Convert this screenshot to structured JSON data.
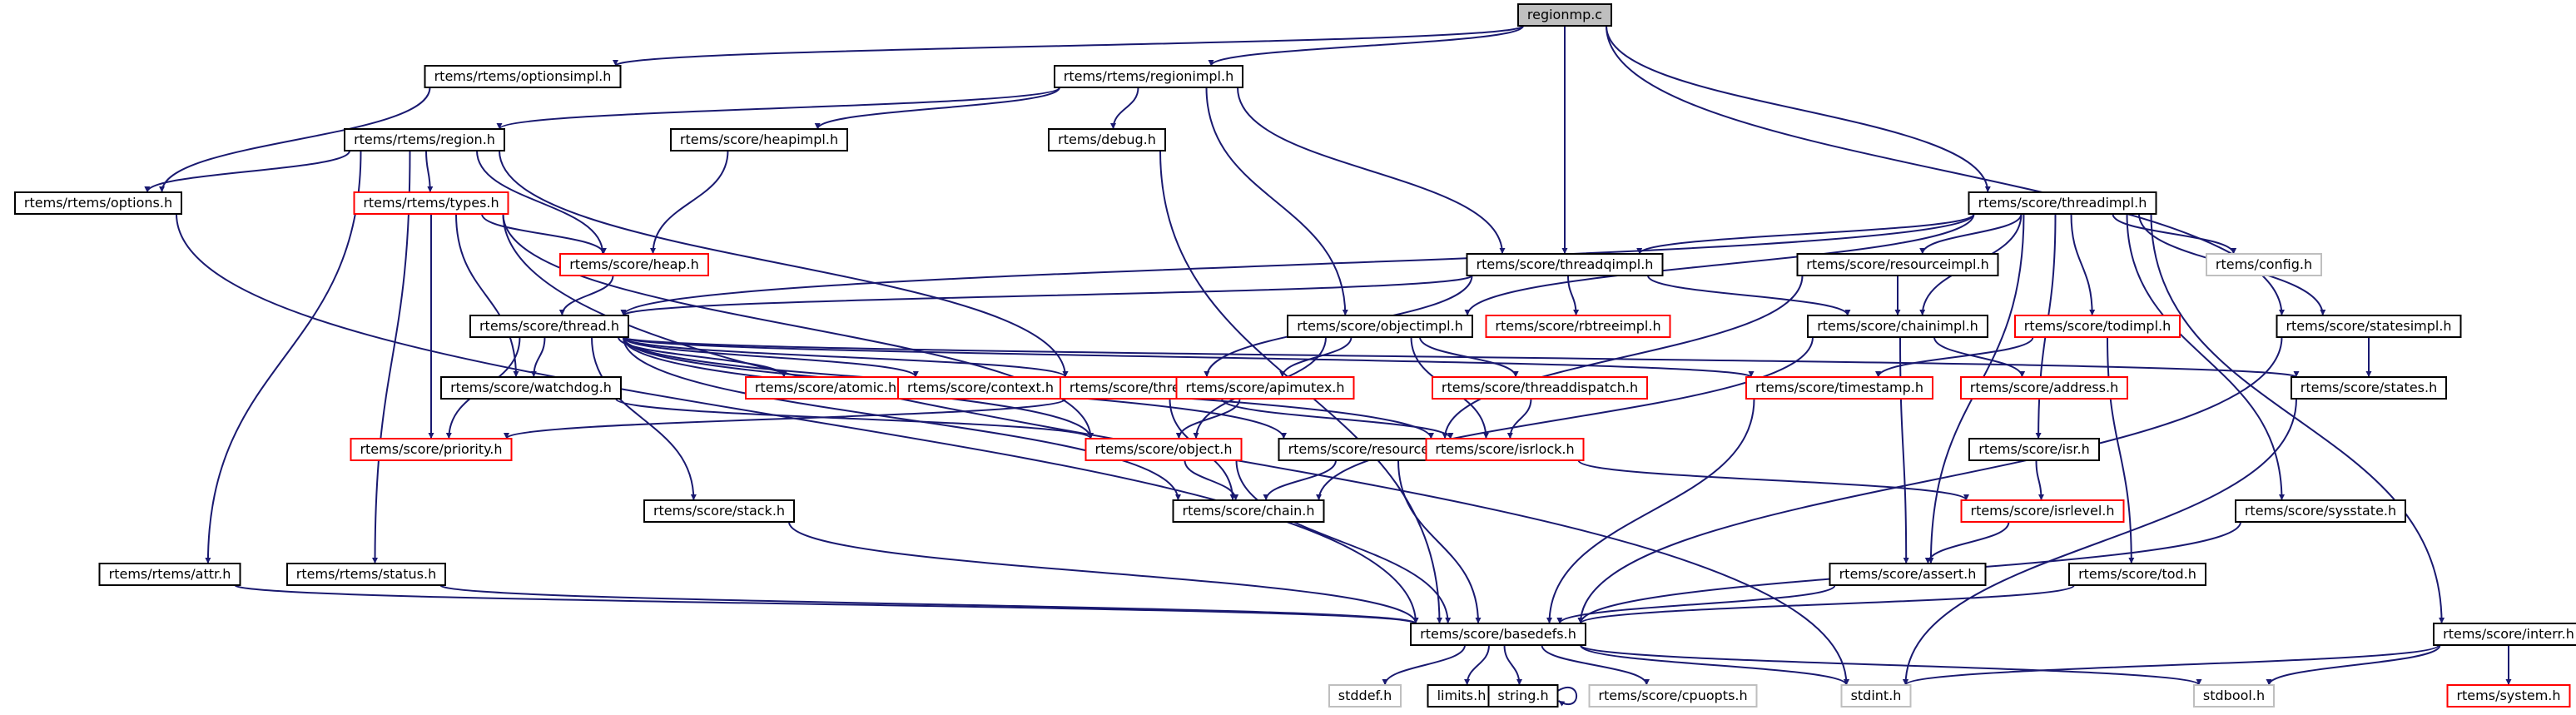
{
  "graph": {
    "colors": {
      "edge": "#191970",
      "root_fill": "#bfbfbf",
      "root_border": "#000000",
      "documented_border": "#000000",
      "incomplete_border": "#ff0000",
      "external_border": "#bfbfbf",
      "node_fill": "#ffffff",
      "text": "#000000"
    },
    "nodes": [
      {
        "id": "regionmp",
        "label": "regionmp.c",
        "kind": "root"
      },
      {
        "id": "optionsimpl",
        "label": "rtems/rtems/optionsimpl.h",
        "kind": "documented"
      },
      {
        "id": "regionimpl",
        "label": "rtems/rtems/regionimpl.h",
        "kind": "documented"
      },
      {
        "id": "region",
        "label": "rtems/rtems/region.h",
        "kind": "documented"
      },
      {
        "id": "heapimpl",
        "label": "rtems/score/heapimpl.h",
        "kind": "documented"
      },
      {
        "id": "debug",
        "label": "rtems/debug.h",
        "kind": "documented"
      },
      {
        "id": "options",
        "label": "rtems/rtems/options.h",
        "kind": "documented"
      },
      {
        "id": "types",
        "label": "rtems/rtems/types.h",
        "kind": "incomplete"
      },
      {
        "id": "heap",
        "label": "rtems/score/heap.h",
        "kind": "incomplete"
      },
      {
        "id": "threadimpl",
        "label": "rtems/score/threadimpl.h",
        "kind": "documented"
      },
      {
        "id": "threadqimpl",
        "label": "rtems/score/threadqimpl.h",
        "kind": "documented"
      },
      {
        "id": "resourceimpl",
        "label": "rtems/score/resourceimpl.h",
        "kind": "documented"
      },
      {
        "id": "config",
        "label": "rtems/config.h",
        "kind": "external"
      },
      {
        "id": "rbtreeimpl",
        "label": "rtems/score/rbtreeimpl.h",
        "kind": "incomplete"
      },
      {
        "id": "thread",
        "label": "rtems/score/thread.h",
        "kind": "documented"
      },
      {
        "id": "objectimpl",
        "label": "rtems/score/objectimpl.h",
        "kind": "documented"
      },
      {
        "id": "chainimpl",
        "label": "rtems/score/chainimpl.h",
        "kind": "documented"
      },
      {
        "id": "todimpl",
        "label": "rtems/score/todimpl.h",
        "kind": "incomplete"
      },
      {
        "id": "statesimpl",
        "label": "rtems/score/statesimpl.h",
        "kind": "documented"
      },
      {
        "id": "watchdog",
        "label": "rtems/score/watchdog.h",
        "kind": "documented"
      },
      {
        "id": "atomic",
        "label": "rtems/score/atomic.h",
        "kind": "incomplete"
      },
      {
        "id": "context",
        "label": "rtems/score/context.h",
        "kind": "incomplete"
      },
      {
        "id": "threadq",
        "label": "rtems/score/threadq.h",
        "kind": "incomplete"
      },
      {
        "id": "apimutex",
        "label": "rtems/score/apimutex.h",
        "kind": "incomplete"
      },
      {
        "id": "threaddispatch",
        "label": "rtems/score/threaddispatch.h",
        "kind": "incomplete"
      },
      {
        "id": "timestamp",
        "label": "rtems/score/timestamp.h",
        "kind": "incomplete"
      },
      {
        "id": "address",
        "label": "rtems/score/address.h",
        "kind": "incomplete"
      },
      {
        "id": "states",
        "label": "rtems/score/states.h",
        "kind": "documented"
      },
      {
        "id": "priority",
        "label": "rtems/score/priority.h",
        "kind": "incomplete"
      },
      {
        "id": "object",
        "label": "rtems/score/object.h",
        "kind": "incomplete"
      },
      {
        "id": "resource",
        "label": "rtems/score/resource.h",
        "kind": "documented"
      },
      {
        "id": "isrlock",
        "label": "rtems/score/isrlock.h",
        "kind": "incomplete"
      },
      {
        "id": "isr",
        "label": "rtems/score/isr.h",
        "kind": "documented"
      },
      {
        "id": "stack",
        "label": "rtems/score/stack.h",
        "kind": "documented"
      },
      {
        "id": "chain",
        "label": "rtems/score/chain.h",
        "kind": "documented"
      },
      {
        "id": "isrlevel",
        "label": "rtems/score/isrlevel.h",
        "kind": "incomplete"
      },
      {
        "id": "sysstate",
        "label": "rtems/score/sysstate.h",
        "kind": "documented"
      },
      {
        "id": "attr",
        "label": "rtems/rtems/attr.h",
        "kind": "documented"
      },
      {
        "id": "status",
        "label": "rtems/rtems/status.h",
        "kind": "documented"
      },
      {
        "id": "assert",
        "label": "rtems/score/assert.h",
        "kind": "documented"
      },
      {
        "id": "tod",
        "label": "rtems/score/tod.h",
        "kind": "documented"
      },
      {
        "id": "basedefs",
        "label": "rtems/score/basedefs.h",
        "kind": "documented"
      },
      {
        "id": "interr",
        "label": "rtems/score/interr.h",
        "kind": "documented"
      },
      {
        "id": "stddef",
        "label": "stddef.h",
        "kind": "external"
      },
      {
        "id": "limits",
        "label": "limits.h",
        "kind": "documented"
      },
      {
        "id": "string",
        "label": "string.h",
        "kind": "documented"
      },
      {
        "id": "cpuopts",
        "label": "rtems/score/cpuopts.h",
        "kind": "external"
      },
      {
        "id": "stdint",
        "label": "stdint.h",
        "kind": "external"
      },
      {
        "id": "stdbool",
        "label": "stdbool.h",
        "kind": "external"
      },
      {
        "id": "system",
        "label": "rtems/system.h",
        "kind": "incomplete"
      }
    ],
    "edges": [
      [
        "regionmp",
        "optionsimpl"
      ],
      [
        "regionmp",
        "regionimpl"
      ],
      [
        "regionmp",
        "threadqimpl"
      ],
      [
        "regionmp",
        "threadimpl"
      ],
      [
        "regionmp",
        "statesimpl"
      ],
      [
        "optionsimpl",
        "options"
      ],
      [
        "regionimpl",
        "region"
      ],
      [
        "regionimpl",
        "heapimpl"
      ],
      [
        "regionimpl",
        "debug"
      ],
      [
        "regionimpl",
        "objectimpl"
      ],
      [
        "regionimpl",
        "threadqimpl"
      ],
      [
        "region",
        "options"
      ],
      [
        "region",
        "types"
      ],
      [
        "region",
        "heap"
      ],
      [
        "region",
        "threadq"
      ],
      [
        "region",
        "attr"
      ],
      [
        "region",
        "status"
      ],
      [
        "heapimpl",
        "heap"
      ],
      [
        "debug",
        "basedefs"
      ],
      [
        "options",
        "basedefs"
      ],
      [
        "types",
        "heap"
      ],
      [
        "types",
        "watchdog"
      ],
      [
        "types",
        "priority"
      ],
      [
        "types",
        "object"
      ],
      [
        "types",
        "stdint"
      ],
      [
        "heap",
        "thread"
      ],
      [
        "threadimpl",
        "threadqimpl"
      ],
      [
        "threadimpl",
        "resourceimpl"
      ],
      [
        "threadimpl",
        "config"
      ],
      [
        "threadimpl",
        "thread"
      ],
      [
        "threadimpl",
        "objectimpl"
      ],
      [
        "threadimpl",
        "chainimpl"
      ],
      [
        "threadimpl",
        "todimpl"
      ],
      [
        "threadimpl",
        "statesimpl"
      ],
      [
        "threadimpl",
        "isr"
      ],
      [
        "threadimpl",
        "assert"
      ],
      [
        "threadimpl",
        "sysstate"
      ],
      [
        "threadimpl",
        "interr"
      ],
      [
        "threadqimpl",
        "thread"
      ],
      [
        "threadqimpl",
        "threadq"
      ],
      [
        "threadqimpl",
        "rbtreeimpl"
      ],
      [
        "threadqimpl",
        "chainimpl"
      ],
      [
        "resourceimpl",
        "chainimpl"
      ],
      [
        "resourceimpl",
        "resource"
      ],
      [
        "thread",
        "watchdog"
      ],
      [
        "thread",
        "atomic"
      ],
      [
        "thread",
        "context"
      ],
      [
        "thread",
        "threadq"
      ],
      [
        "thread",
        "priority"
      ],
      [
        "thread",
        "object"
      ],
      [
        "thread",
        "resource"
      ],
      [
        "thread",
        "isrlock"
      ],
      [
        "thread",
        "stack"
      ],
      [
        "thread",
        "timestamp"
      ],
      [
        "thread",
        "states"
      ],
      [
        "thread",
        "chain"
      ],
      [
        "objectimpl",
        "apimutex"
      ],
      [
        "objectimpl",
        "threaddispatch"
      ],
      [
        "objectimpl",
        "object"
      ],
      [
        "objectimpl",
        "isrlock"
      ],
      [
        "chainimpl",
        "address"
      ],
      [
        "chainimpl",
        "chain"
      ],
      [
        "chainimpl",
        "assert"
      ],
      [
        "todimpl",
        "timestamp"
      ],
      [
        "todimpl",
        "tod"
      ],
      [
        "statesimpl",
        "states"
      ],
      [
        "statesimpl",
        "basedefs"
      ],
      [
        "watchdog",
        "object"
      ],
      [
        "threadq",
        "priority"
      ],
      [
        "threadq",
        "chain"
      ],
      [
        "threadq",
        "isrlock"
      ],
      [
        "apimutex",
        "object"
      ],
      [
        "threaddispatch",
        "isrlock"
      ],
      [
        "timestamp",
        "basedefs"
      ],
      [
        "states",
        "stdint"
      ],
      [
        "object",
        "chain"
      ],
      [
        "object",
        "basedefs"
      ],
      [
        "resource",
        "chain"
      ],
      [
        "resource",
        "basedefs"
      ],
      [
        "isrlock",
        "isrlevel"
      ],
      [
        "isr",
        "isrlevel"
      ],
      [
        "isrlevel",
        "assert"
      ],
      [
        "stack",
        "basedefs"
      ],
      [
        "sysstate",
        "basedefs"
      ],
      [
        "attr",
        "basedefs"
      ],
      [
        "status",
        "basedefs"
      ],
      [
        "assert",
        "basedefs"
      ],
      [
        "tod",
        "basedefs"
      ],
      [
        "basedefs",
        "stddef"
      ],
      [
        "basedefs",
        "limits"
      ],
      [
        "basedefs",
        "string"
      ],
      [
        "basedefs",
        "cpuopts"
      ],
      [
        "basedefs",
        "stdint"
      ],
      [
        "basedefs",
        "stdbool"
      ],
      [
        "string",
        "string"
      ],
      [
        "interr",
        "stdbool"
      ],
      [
        "interr",
        "stdint"
      ],
      [
        "interr",
        "system"
      ]
    ]
  }
}
